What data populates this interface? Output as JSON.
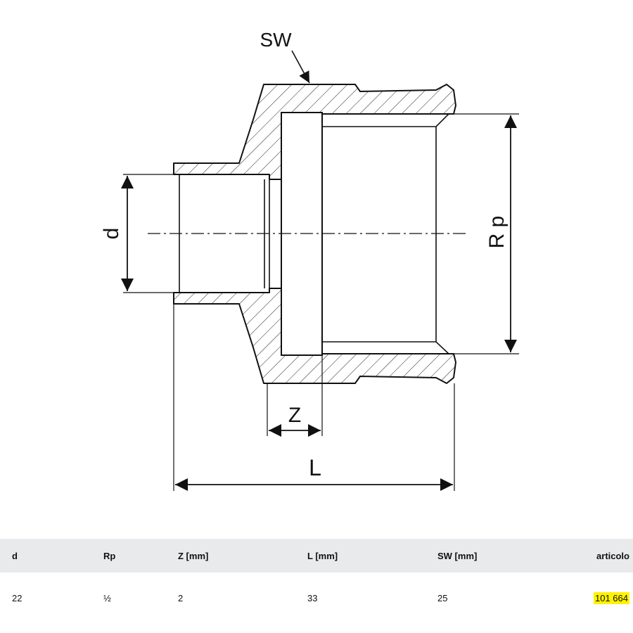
{
  "drawing": {
    "labels": {
      "sw": "SW",
      "d": "d",
      "rp": "R p",
      "z": "Z",
      "l": "L"
    }
  },
  "table": {
    "headers": {
      "d": "d",
      "rp": "Rp",
      "z": "Z [mm]",
      "l": "L [mm]",
      "sw": "SW [mm]",
      "articolo": "articolo"
    },
    "row": {
      "d": "22",
      "rp": "½",
      "z": "2",
      "l": "33",
      "sw": "25",
      "articolo": "101 664"
    },
    "highlight_color": "#fff200"
  }
}
